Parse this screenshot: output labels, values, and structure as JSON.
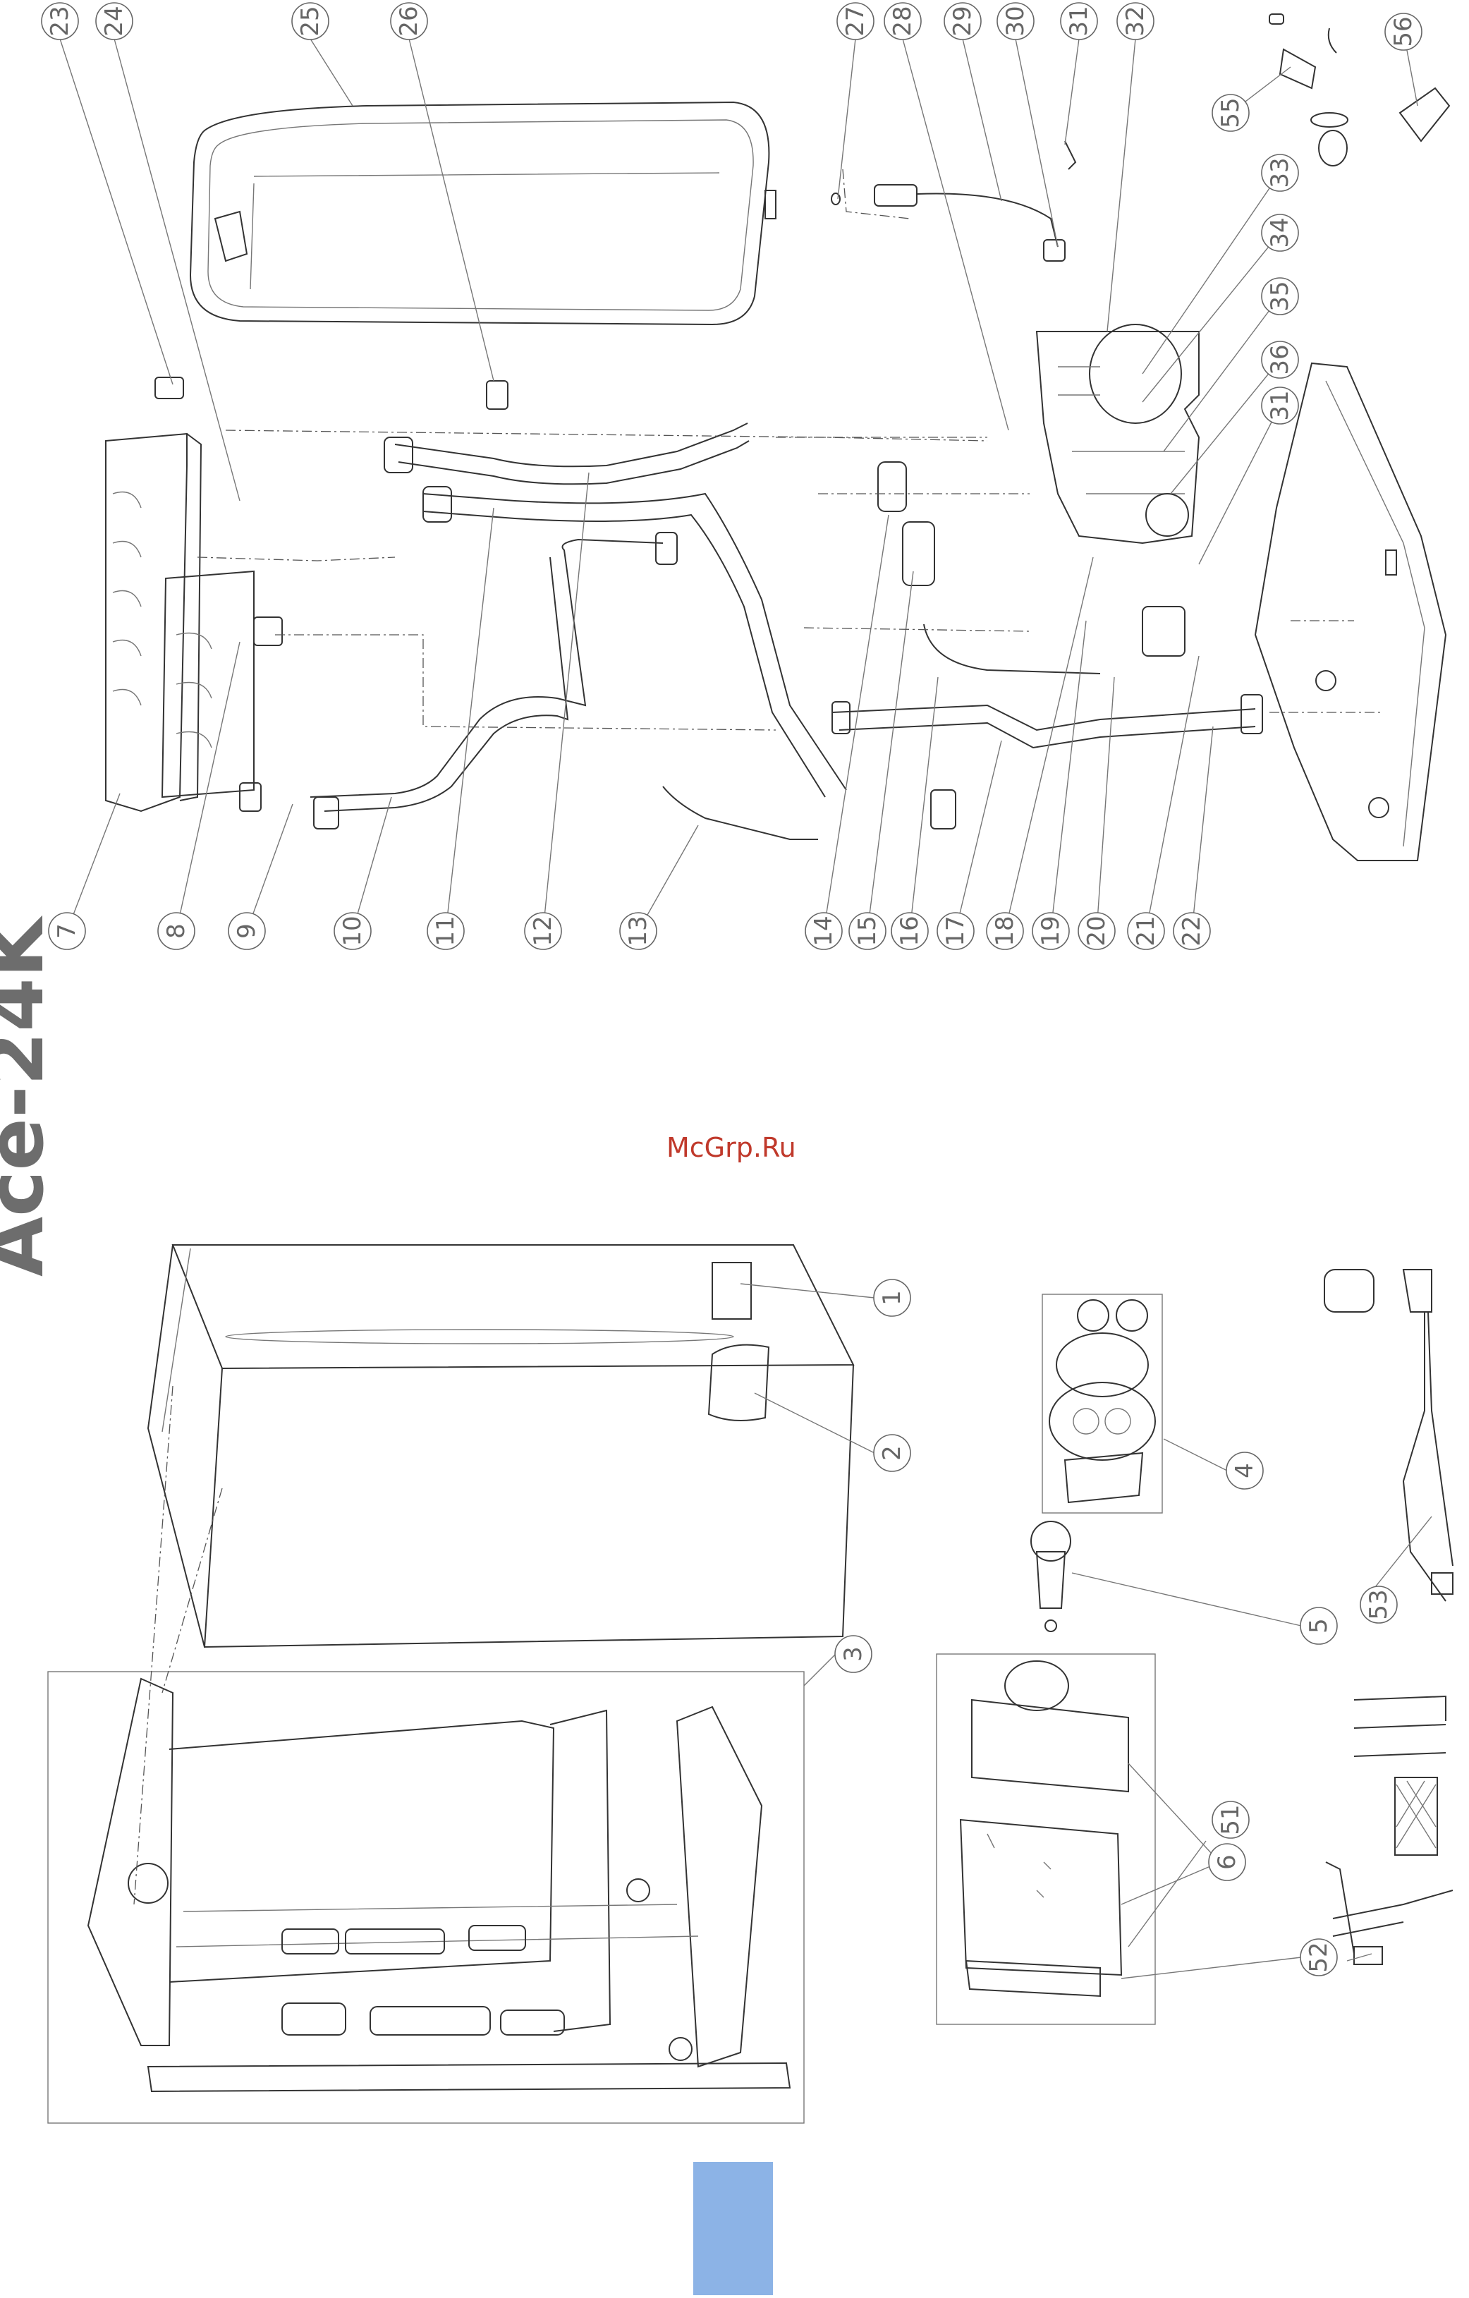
{
  "title": "Ace-24K",
  "watermark": "McGrp.Ru",
  "colors": {
    "page_tab": "#8cb3e6",
    "callout": "#666666",
    "title": "#6d6d6d",
    "watermark": "#c0392b"
  },
  "upper_callouts": [
    "23",
    "24",
    "25",
    "26",
    "27",
    "28",
    "29",
    "30",
    "31",
    "32",
    "33",
    "34",
    "35",
    "36",
    "31",
    "55",
    "56"
  ],
  "lower_callouts": [
    "7",
    "8",
    "9",
    "10",
    "11",
    "12",
    "13",
    "14",
    "15",
    "16",
    "17",
    "18",
    "19",
    "20",
    "21",
    "22"
  ],
  "bottom_callouts": [
    "1",
    "2",
    "3",
    "4",
    "5",
    "6",
    "51",
    "53",
    "52"
  ]
}
